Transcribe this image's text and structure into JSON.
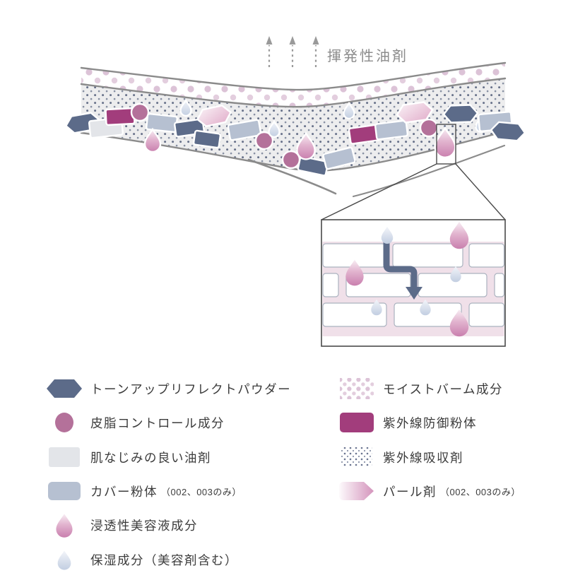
{
  "diagram": {
    "volatile_label": "揮発性油剤"
  },
  "legend": {
    "left": [
      {
        "icon": "toneup-reflect-powder-hexagon",
        "label": "トーンアップリフレクトパウダー",
        "note": ""
      },
      {
        "icon": "sebum-control-circle",
        "label": "皮脂コントロール成分",
        "note": ""
      },
      {
        "icon": "skin-friendly-oil-rect",
        "label": "肌なじみの良い油剤",
        "note": ""
      },
      {
        "icon": "cover-powder-rect",
        "label": "カバー粉体",
        "note": "（002、003のみ）"
      },
      {
        "icon": "penetrating-serum-droplet",
        "label": "浸透性美容液成分",
        "note": ""
      },
      {
        "icon": "moisturizing-droplet",
        "label": "保湿成分（美容剤含む）",
        "note": ""
      }
    ],
    "right": [
      {
        "icon": "moist-balm-dots",
        "label": "モイストバーム成分",
        "note": ""
      },
      {
        "icon": "uv-defense-powder-rect",
        "label": "紫外線防御粉体",
        "note": ""
      },
      {
        "icon": "uv-absorber-dots",
        "label": "紫外線吸収剤",
        "note": ""
      },
      {
        "icon": "pearl-agent-gradient",
        "label": "パール剤",
        "note": "（002、003のみ）"
      }
    ]
  },
  "colors": {
    "toneup_powder": "#5c6b89",
    "sebum_control": "#b4719a",
    "oil_agent": "#e3e5e9",
    "cover_powder": "#b6c0d1",
    "serum_pink": "#c97fae",
    "moisture_blue": "#c2cee1",
    "uv_block": "#a23d7c",
    "moist_balm_dot": "#dcc3d7",
    "uv_absorb_dot": "#667089",
    "pearl": "#d494bc",
    "mortar_pink": "#f0e0e9",
    "line_gray": "#8b8b8b",
    "label_gray": "#8c8c8c",
    "text_dark": "#3c3c3c"
  }
}
